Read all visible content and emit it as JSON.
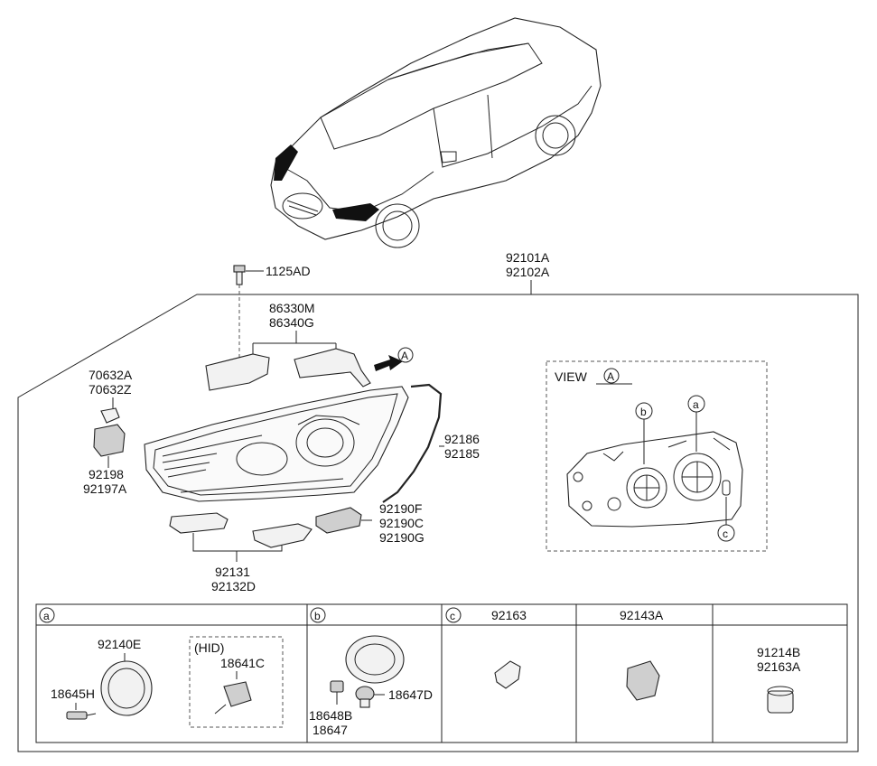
{
  "assembly": {
    "line1": "92101A",
    "line2": "92102A"
  },
  "bolt": "1125AD",
  "bracket": {
    "line1": "86330M",
    "line2": "86340G"
  },
  "arrow_marker": "A",
  "clip": {
    "line1": "70632A",
    "line2": "70632Z"
  },
  "actuator": {
    "line1": "92198",
    "line2": "92197A"
  },
  "seal": {
    "line1": "92186",
    "line2": "92185"
  },
  "ballast": {
    "line1": "92190F",
    "line2": "92190C",
    "line3": "92190G"
  },
  "lower_bracket": {
    "line1": "92131",
    "line2": "92132D"
  },
  "view": {
    "label": "VIEW",
    "marker": "A",
    "callout_a": "a",
    "callout_b": "b",
    "callout_c": "c"
  },
  "table": {
    "col_a": {
      "letter": "a",
      "cap": "92140E",
      "bulb": "18645H",
      "hid_label": "(HID)",
      "hid_bulb": "18641C"
    },
    "col_b": {
      "letter": "b",
      "bulb1": "18648B",
      "bulb2": "18647",
      "socket": "18647D"
    },
    "col_c": {
      "letter": "c",
      "header": "92163"
    },
    "col_d": {
      "header": "92143A"
    },
    "col_e": {
      "line1": "91214B",
      "line2": "92163A"
    }
  }
}
